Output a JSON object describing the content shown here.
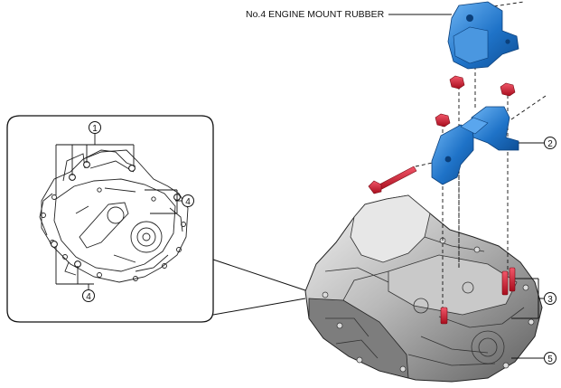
{
  "labels": {
    "mount_rubber": "No.4 ENGINE MOUNT RUBBER",
    "callout_1": "1",
    "callout_2": "2",
    "callout_3": "3",
    "callout_4_upper": "4",
    "callout_4_lower": "4",
    "callout_5": "5"
  },
  "colors": {
    "mount_blue": "#1f73c8",
    "mount_blue_light": "#5aa6ee",
    "bolt_red": "#d8182a",
    "transaxle_gray": "#9a9a9a",
    "outline": "#111111"
  }
}
